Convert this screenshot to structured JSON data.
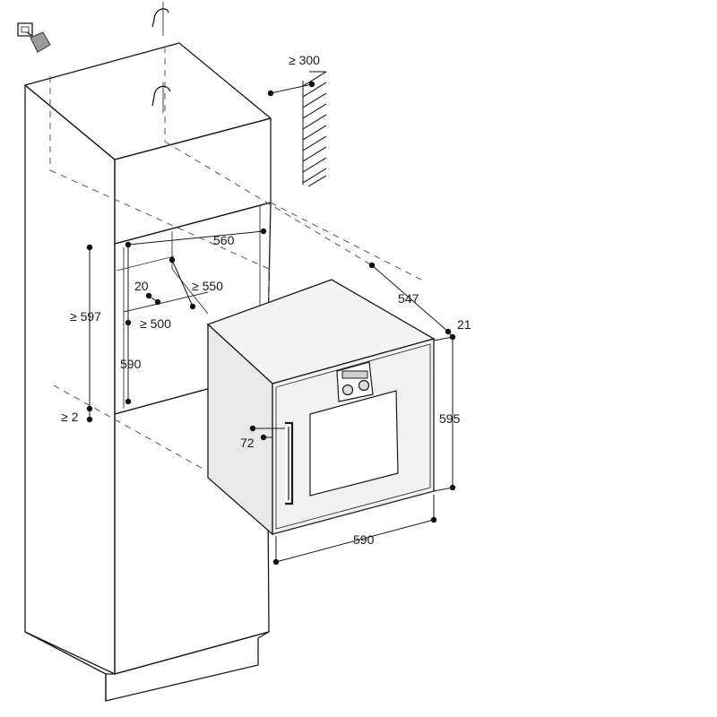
{
  "labels": {
    "ventilation_gap": "≥ 300",
    "niche_width": "560",
    "depth_min": "≥ 550",
    "rear_offset": "20",
    "niche_height_min": "≥ 597",
    "depth_inner_min": "≥ 500",
    "niche_height": "590",
    "gap_bottom": "≥ 2",
    "oven_depth": "547",
    "front_projection": "21",
    "oven_height": "595",
    "handle_offset": "72",
    "oven_width": "590"
  },
  "icons": {
    "plug": "plug-icon",
    "airflow_top": "airflow-arrow-icon",
    "airflow_mid": "airflow-arrow-icon"
  },
  "colors": {
    "line": "#1a1a1a",
    "oven_fill": "#e9e9e9"
  }
}
